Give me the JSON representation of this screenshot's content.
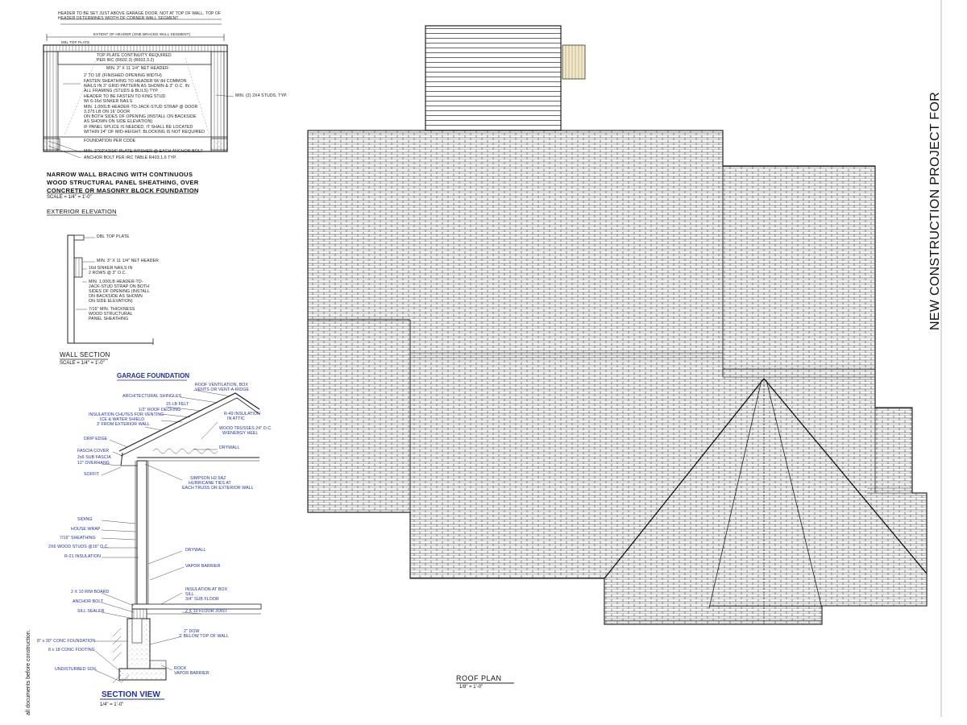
{
  "framing_elevation": {
    "header_note": "HEADER TO BE SET JUST ABOVE GARAGE DOOR, NOT AT TOP OF WALL. TOP OF HEADER DETERMINES WIDTH OF CORNER WALL SEGMENT",
    "extent_label": "EXTENT OF HEADER (ONE BRACED WALL SEGMENT)",
    "dbl_top_plate": "DBL TOP PLATE",
    "notes": [
      "TOP PLATE CONTINUITY REQUIRED",
      "PER IRC (R602.3) (R602.3.2)",
      "MIN. 3\" X 11 1/4\" NET HEADER",
      "2' TO 18' (FINISHED OPENING WIDTH)",
      "FASTEN SHEATHING TO HEADER W/ 8d COMMON",
      "NAILS IN 3\" GRID PATTERN AS SHOWN & 3\" O.C. IN",
      "ALL FRAMING (STUDS & BLILS) TYP.",
      "HEADER TO BE FASTEN TO KING STUD",
      "W/ 6-16d SINKER NAILS",
      "MIN. 1,000LB HEADER-TO-JACK-STUD STRAP @ DOOR",
      "3,375 LB ON 16' DOOR",
      "ON BOTH SIDES OF OPENING (INSTALL ON BACKSIDE",
      "AS SHOWN ON SIDE ELEVATION)",
      "IF PANEL SPLICE IS NEEDED, IT SHALL BE LOCATED",
      "WITHIN 24\" OF MID-HEIGHT. BLOCKING IS NOT REQUIRED",
      "FOUNDATION PER CODE",
      "MIN. 2\"X2\"X3/16\" PLATE WASHER @ EACH ANCHOR BOLT",
      "ANCHOR BOLT PER IRC TABLE R403.1.6 TYP."
    ],
    "studs_note": "MIN. (2) 2X4 STUDS, TYP.",
    "title_lines": [
      "NARROW WALL BRACING WITH CONTINUOUS",
      "WOOD STRUCTURAL PANEL SHEATHING, OVER",
      "CONCRETE OR MASONRY BLOCK FOUNDATION"
    ],
    "scale": "SCALE = 1/4\" = 1'-0\"",
    "subtitle": "EXTERIOR ELEVATION"
  },
  "wall_section": {
    "notes": [
      "DBL TOP PLATE",
      "MIN. 3\" X 11 1/4\" NET HEADER",
      "16d SINKER NAILS IN",
      "2 ROWS @ 3\" O.C.",
      "MIN. 1,000LB HEADER-TO-",
      "JACK-STUD STRAP ON BOTH",
      "SIDES OF OPENING (INSTALL",
      "ON BACKSIDE AS SHOWN",
      "ON SIDE ELEVATION)",
      "7/16\" MIN. THICKNESS",
      "WOOD STRUCTURAL",
      "PANEL SHEATHING"
    ],
    "title": "WALL SECTION",
    "scale": "SCALE = 1/4\" = 1'-0\""
  },
  "section_view": {
    "heading": "GARAGE FOUNDATION",
    "blue_notes_top": [
      "ROOF VENTILATION, BOX",
      "VENTS OR VENT-A-RIDGE",
      "ARCHITECTURAL SHINGLES",
      "15 LB FELT",
      "1/2\" ROOF DECKING",
      "INSULATION CHUTES FOR VENTING",
      "ICE & WATER SHIELD",
      "3' FROM EXTERIOR WALL",
      "R-49 INSULATION",
      "IN ATTIC",
      "WOOD TRUSSES 24\" O.C.",
      "W/ENERGY HEEL",
      "DRIP EDGE",
      "DRYWALL",
      "FASCIA COVER",
      "2x6 SUB FASCIA",
      "12\" OVERHANG",
      "SOFFIT",
      "SIMPSON H2.5AZ",
      "HURRICANE TIES AT",
      "EACH TRUSS OR EXTERIOR WALL"
    ],
    "blue_notes_wall": [
      "SIDING",
      "HOUSE WRAP",
      "7/16\" SHEATHING",
      "2X6 WOOD STUDS @16\" O.C.",
      "R-21 INSULATION",
      "DRYWALL",
      "VAPOR BARRIER",
      "2 X 10 RIM BOARD",
      "ANCHOR BOLT",
      "SILL SEALER",
      "INSULATION AT BOX",
      "SILL",
      "3/4\" SUB FLOOR",
      "2 X 10 FLOOR JOIST",
      "8\" x 30\" CONC FOUNDATION",
      "8 x 18 CONC FOOTING",
      "UNDISTURBED SOIL",
      "2\" DOW",
      "2' BELOW TOP OF WALL",
      "ROCK",
      "VAPOR BARRIER"
    ],
    "title": "SECTION VIEW",
    "scale": "1/4\" = 1'-0\""
  },
  "side_note": "all documents before construction.",
  "roof_plan": {
    "title": "ROOF PLAN",
    "scale": "1/8\" = 1'-0\""
  },
  "title_block": {
    "project_text": "NEW CONSTRUCTION PROJECT FOR"
  },
  "colors": {
    "line": "#222222",
    "blue_text": "#1b2fb0",
    "porch_fill": "#f3e9c4"
  }
}
